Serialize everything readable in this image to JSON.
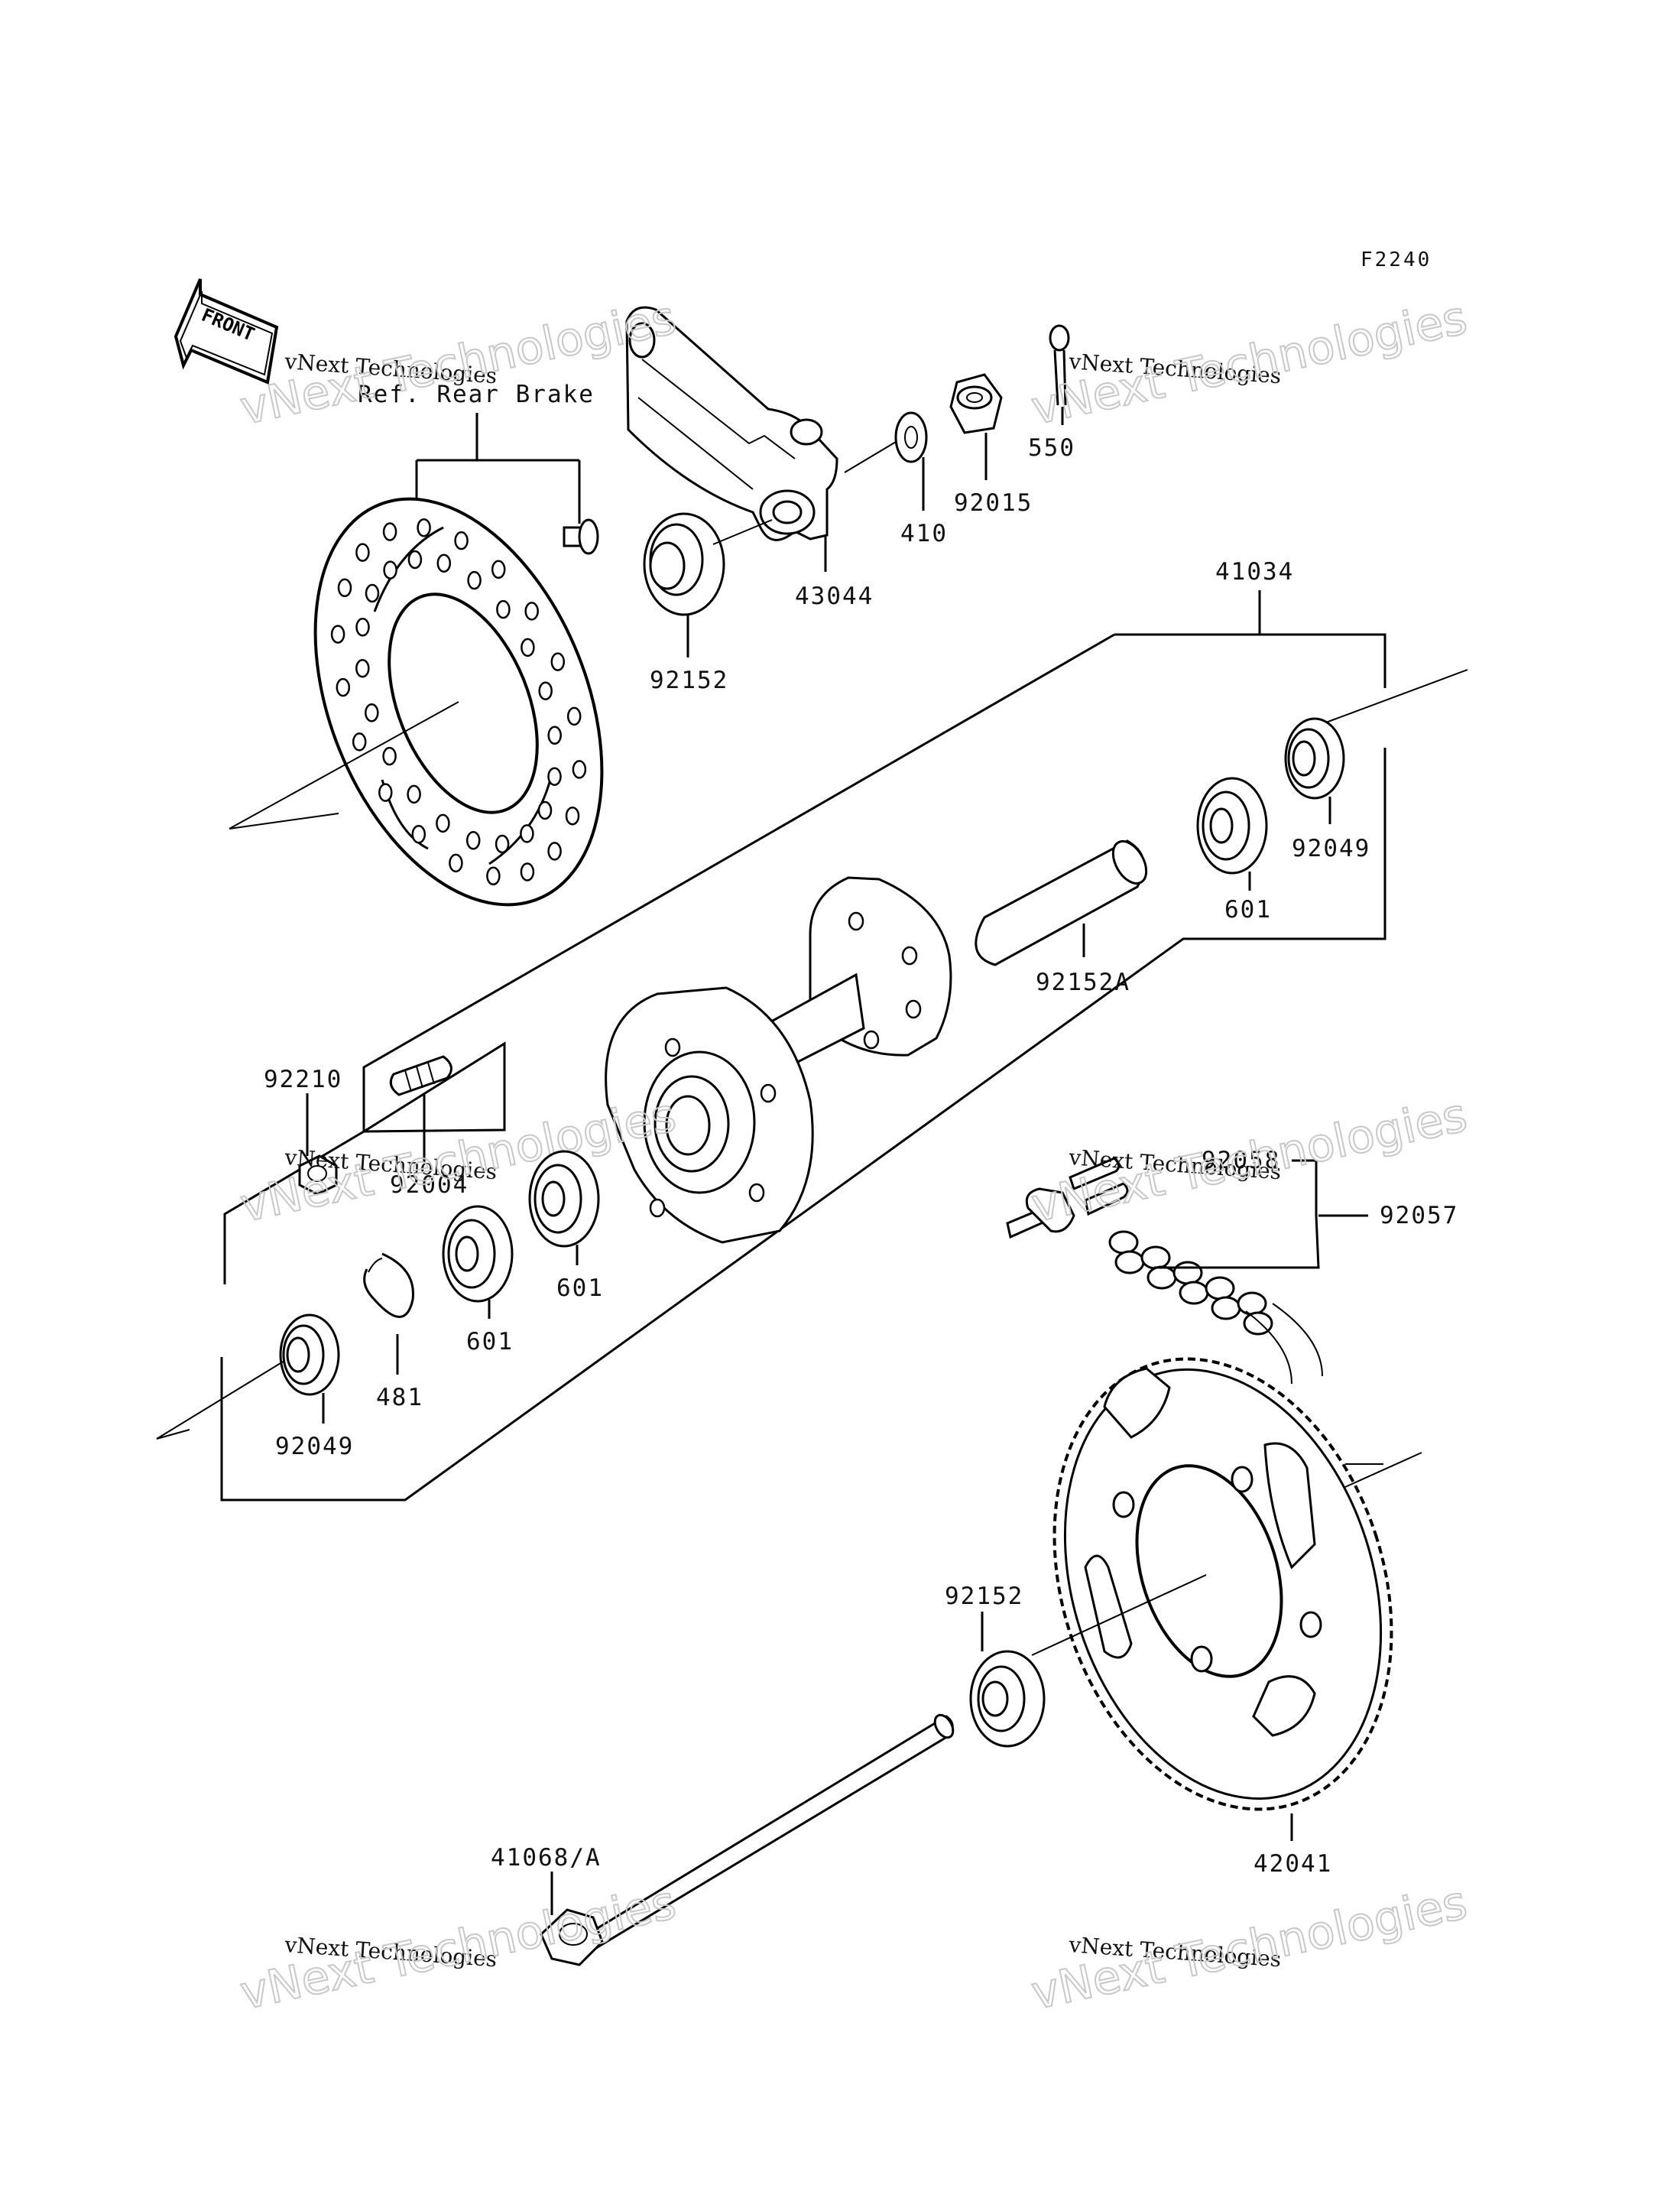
{
  "diagram": {
    "code": "F2240",
    "front_label": "FRONT",
    "ref_label": "Ref. Rear Brake",
    "watermark": {
      "small": "vNext Technologies",
      "big": "vNext Technologies"
    },
    "parts": {
      "p43044": "43044",
      "p410": "410",
      "p92015": "92015",
      "p550": "550",
      "p92152_top": "92152",
      "p41034": "41034",
      "p92049_right": "92049",
      "p601_right": "601",
      "p92152A": "92152A",
      "p92210": "92210",
      "p92004": "92004",
      "p601_a": "601",
      "p601_b": "601",
      "p481": "481",
      "p92049_left": "92049",
      "p92058": "92058",
      "p92057": "92057",
      "p92152_bottom": "92152",
      "p42041": "42041",
      "p41068": "41068/A"
    }
  }
}
